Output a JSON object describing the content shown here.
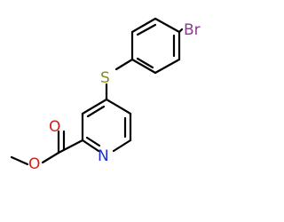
{
  "structure": {
    "atoms": {
      "bromine": {
        "label": "Br",
        "color": "#8b3a96"
      },
      "sulfur": {
        "label": "S",
        "color": "#8a8a1f"
      },
      "nitrogen": {
        "label": "N",
        "color": "#1f2fc9"
      },
      "carbonyl_oxygen": {
        "label": "O",
        "color": "#d11f1f"
      },
      "ester_oxygen": {
        "label": "O",
        "color": "#d11f1f"
      }
    },
    "bond_color": "#000000"
  }
}
